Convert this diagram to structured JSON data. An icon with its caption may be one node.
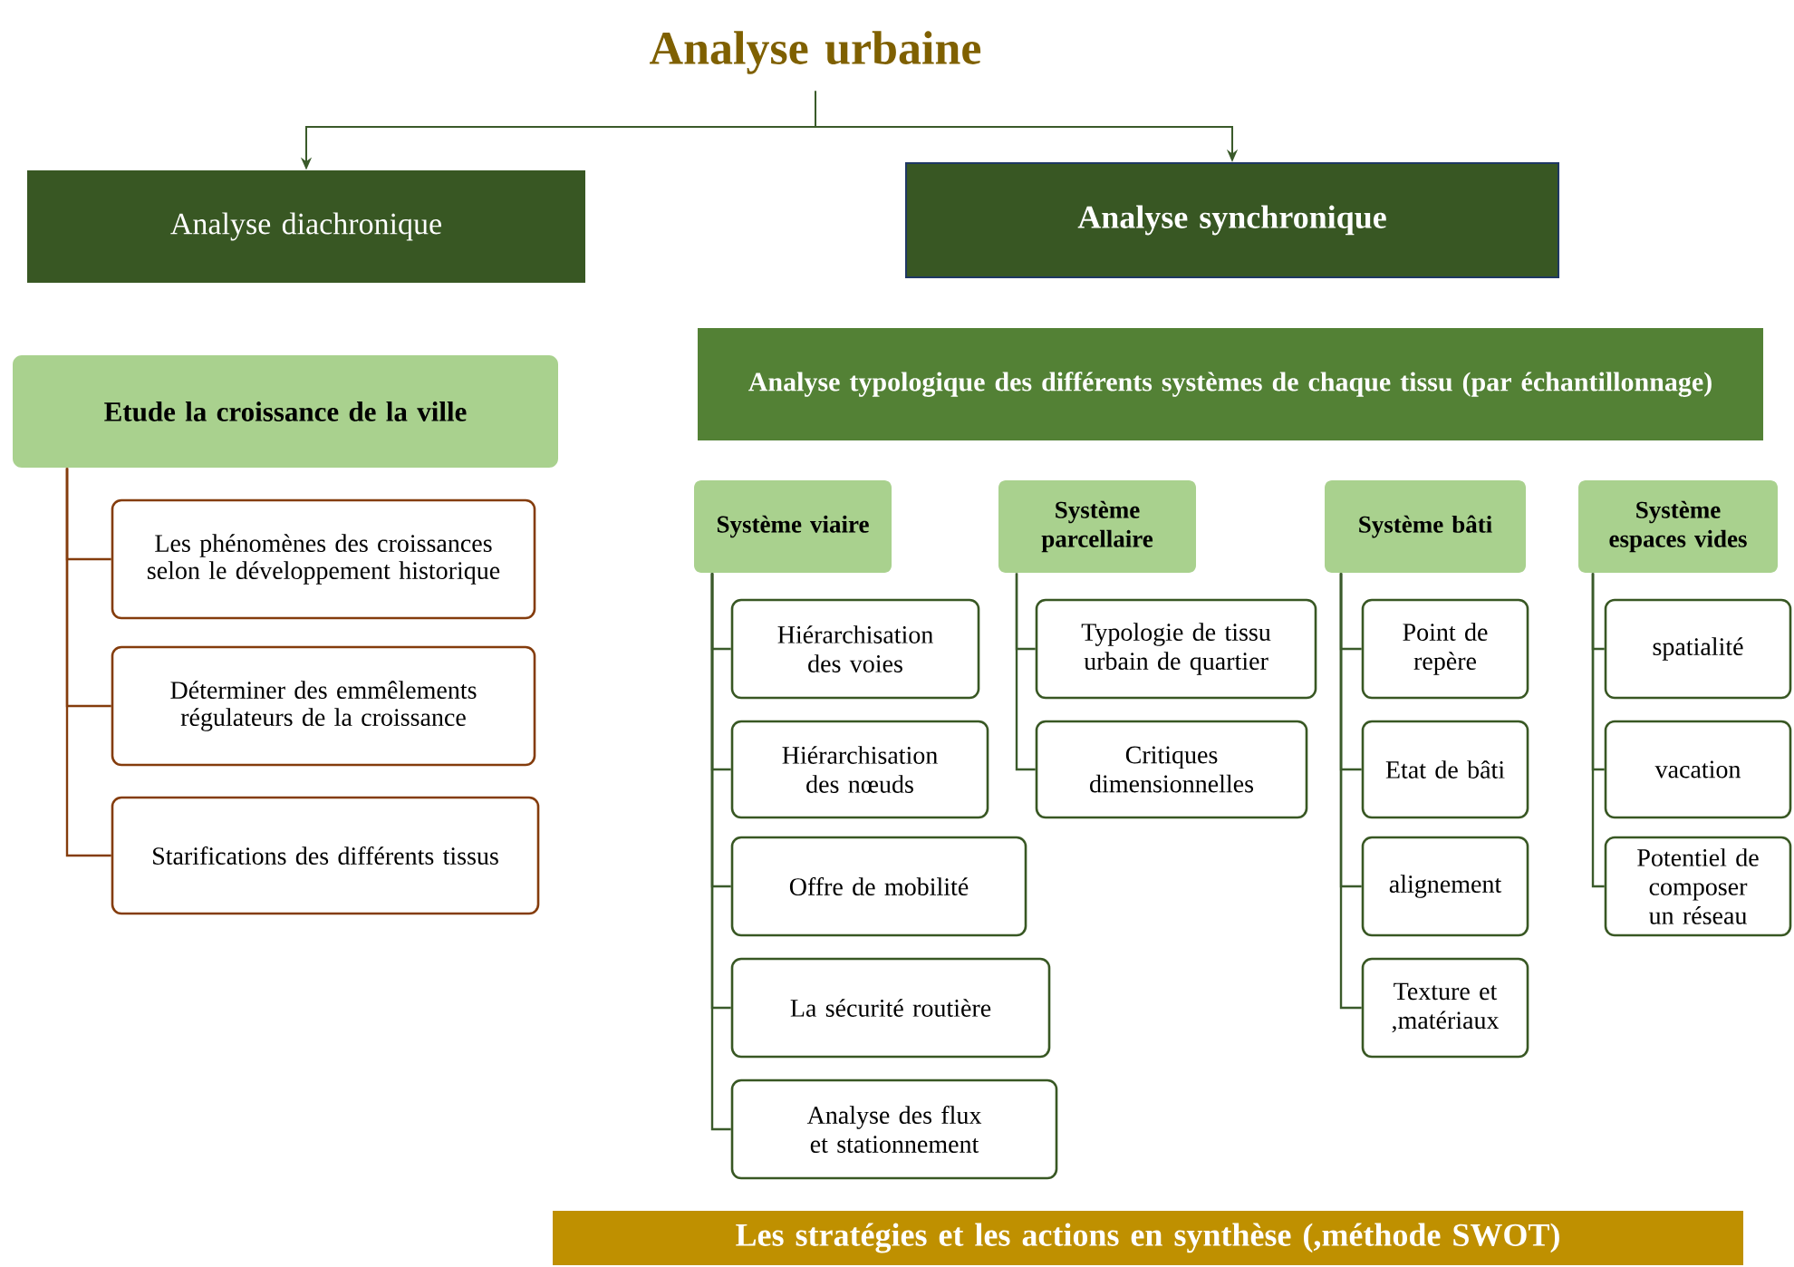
{
  "diagram": {
    "nodes": [
      {
        "text": [
          "Analyse urbaine"
        ]
      },
      {
        "text": [
          "Analyse diachronique"
        ]
      },
      {
        "text": [
          "Analyse synchronique"
        ]
      },
      {
        "text": [
          "Etude la croissance de la ville"
        ]
      },
      {
        "text": [
          "Les phénomènes des croissances selon le développement historique"
        ]
      },
      {
        "text": [
          "Déterminer des emmêlements régulateurs de la croissance"
        ]
      },
      {
        "text": [
          "Starifications des différents tissus"
        ]
      },
      {
        "text": [
          "Analyse typologique des différents systèmes de chaque tissu (par échantillonnage)"
        ]
      },
      {
        "text": [
          "Système viaire"
        ]
      },
      {
        "text": [
          "Système parcellaire"
        ]
      },
      {
        "text": [
          "Système bâti"
        ]
      },
      {
        "text": [
          "Système espaces vides"
        ]
      },
      {
        "text": [
          "Hiérarchisation des voies"
        ]
      },
      {
        "text": [
          "Hiérarchisation des nœuds"
        ]
      },
      {
        "text": [
          "Offre de mobilité"
        ]
      },
      {
        "text": [
          "La sécurité routière"
        ]
      },
      {
        "text": [
          "Analyse des flux et stationnement"
        ]
      },
      {
        "text": [
          "Typologie de tissu urbain de quartier"
        ]
      },
      {
        "text": [
          "Critiques dimensionnelles"
        ]
      },
      {
        "text": [
          "Point de repère"
        ]
      },
      {
        "text": [
          "Etat de bâti"
        ]
      },
      {
        "text": [
          "alignement"
        ]
      },
      {
        "text": [
          "Texture et ,matériaux"
        ]
      },
      {
        "text": [
          "spatialité"
        ]
      },
      {
        "text": [
          "vacation"
        ]
      },
      {
        "text": [
          "Potentiel de composer un réseau"
        ]
      },
      {
        "text": [
          "Les stratégies et les actions en synthèse (,méthode SWOT)"
        ]
      }
    ],
    "edges": [
      {
        "from": 0,
        "to": 1,
        "arrow": "to"
      },
      {
        "from": 0,
        "to": 2,
        "arrow": "to"
      },
      {
        "from": 3,
        "to": 4,
        "arrow": "none",
        "color": "#843c0c"
      },
      {
        "from": 3,
        "to": 5,
        "arrow": "none",
        "color": "#843c0c"
      },
      {
        "from": 3,
        "to": 6,
        "arrow": "none",
        "color": "#843c0c"
      },
      {
        "from": 8,
        "to": 12,
        "arrow": "none"
      },
      {
        "from": 8,
        "to": 13,
        "arrow": "none"
      },
      {
        "from": 8,
        "to": 14,
        "arrow": "none"
      },
      {
        "from": 8,
        "to": 15,
        "arrow": "none"
      },
      {
        "from": 8,
        "to": 16,
        "arrow": "none"
      },
      {
        "from": 9,
        "to": 17,
        "arrow": "none"
      },
      {
        "from": 9,
        "to": 18,
        "arrow": "none"
      },
      {
        "from": 10,
        "to": 19,
        "arrow": "none"
      },
      {
        "from": 10,
        "to": 20,
        "arrow": "none"
      },
      {
        "from": 10,
        "to": 21,
        "arrow": "none"
      },
      {
        "from": 10,
        "to": 22,
        "arrow": "none"
      },
      {
        "from": 11,
        "to": 23,
        "arrow": "none"
      },
      {
        "from": 11,
        "to": 24,
        "arrow": "none"
      },
      {
        "from": 11,
        "to": 25,
        "arrow": "none"
      }
    ]
  }
}
